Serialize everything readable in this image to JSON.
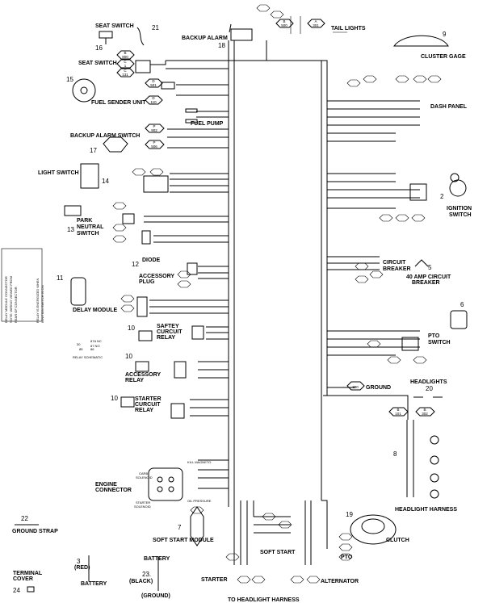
{
  "labels": {
    "seat_switch_top": "SEAT SWITCH",
    "seat_switch": "SEAT SWITCH",
    "backup_alarm": "BACKUP ALARM",
    "tail_lights": "TAIL LIGHTS",
    "cluster_gage": "CLUSTER GAGE",
    "dash_panel": "DASH PANEL",
    "fuel_sender": "FUEL SENDER UNIT",
    "fuel_pump": "FUEL PUMP",
    "backup_alarm_switch": "BACKUP ALARM SWITCH",
    "light_switch": "LIGHT SWITCH",
    "ignition_switch_1": "IGNITION",
    "ignition_switch_2": "SWITCH",
    "park_neutral_1": "PARK",
    "park_neutral_2": "NEUTRAL",
    "park_neutral_3": "SWITCH",
    "diode": "DIODE",
    "accessory_plug_1": "ACCESSORY",
    "accessory_plug_2": "PLUG",
    "circuit_breaker_1": "CIRCUIT",
    "circuit_breaker_2": "BREAKER",
    "amp40_1": "40 AMP CIRCUIT",
    "amp40_2": "BREAKER",
    "delay_module": "DELAY MODULE",
    "saftey_relay_1": "SAFTEY",
    "saftey_relay_2": "CURCUIT",
    "saftey_relay_3": "RELAY",
    "pto_switch_1": "PTO",
    "pto_switch_2": "SWITCH",
    "relay_schematic": "RELAY SCHEMATIC",
    "relay_87a": "87A NC",
    "relay_87": "87 NO",
    "relay_30": "30",
    "relay_85": "85",
    "relay_86": "86",
    "accessory_relay_1": "ACCESSORY",
    "accessory_relay_2": "RELAY",
    "headlights": "HEADLIGHTS",
    "ground": "GROUND",
    "starter_relay_1": "STARTER",
    "starter_relay_2": "CURCUIT",
    "starter_relay_3": "RELAY",
    "kill_magneto": "KILL MAGNETO",
    "carb_solenoid_1": "CARB",
    "carb_solenoid_2": "SOLENOID",
    "engine_connector_1": "ENGINE",
    "engine_connector_2": "CONNECTOR",
    "oil_pressure": "OIL PRESSURE",
    "starter_solenoid_1": "STARTER",
    "starter_solenoid_2": "SOLENOID",
    "headlight_harness": "HEADLIGHT HARNESS",
    "ground_strap": "GROUND STRAP",
    "soft_start_module": "SOFT START MODULE",
    "clutch": "CLUTCH",
    "soft_start": "SOFT START",
    "pto": "PTO",
    "battery": "BATTERY",
    "red": "(RED)",
    "battery_2": "BATTERY",
    "black": "(BLACK)",
    "ground_2": "(GROUND)",
    "terminal_cover_1": "TERMINAL",
    "terminal_cover_2": "COVER",
    "starter": "STARTER",
    "alternator": "ALTERNATOR",
    "to_headlight_harness": "TO HEADLIGHT HARNESS"
  },
  "callouts": {
    "n21": "21",
    "n16": "16",
    "n18": "18",
    "n9": "9",
    "n15": "15",
    "n17": "17",
    "n14": "14",
    "n2": "2",
    "n13": "13",
    "n12": "12",
    "n11": "11",
    "n5": "5",
    "n6": "6",
    "n10a": "10",
    "n10b": "10",
    "n10c": "10",
    "n20": "20",
    "n8": "8",
    "n7": "7",
    "n19": "19",
    "n22": "22",
    "n3": "3",
    "n23": "23.",
    "n24": "24"
  },
  "wire_ids": {
    "w_top1_l": "B",
    "w_top1_n": "500",
    "w_top2_l": "A",
    "w_top2_n": "301",
    "w_seat1_l": "B",
    "w_seat1_n": "800",
    "w_seat2_l": "C",
    "w_seat2_n": "1",
    "w_seat3_l": "C",
    "w_seat3_n": "131",
    "w_fs1_l": "D",
    "w_fs1_n": "501",
    "w_fs2_l": "D",
    "w_fs2_n": "110",
    "w_fp1_l": "P",
    "w_fp1_n": "902",
    "w_fp2_l": "P",
    "w_fp2_n": "506",
    "w_tr1_l": "B",
    "w_tr1_n": "302",
    "w_tr2_l": "B",
    "w_tr2_n": "101",
    "w_ga_n": "600",
    "w_gnd_n": "300"
  },
  "side_text": [
    "DELAY MODULE CONNECTOR",
    "NOTE: WIRING VIEWED FROM",
    "REAR OF CONNECTOR",
    "RELAY IS ENERGIZED WHEN",
    "IGNITION SWITCH IS ON"
  ],
  "colors": {
    "line": "#000000",
    "background": "#ffffff"
  }
}
